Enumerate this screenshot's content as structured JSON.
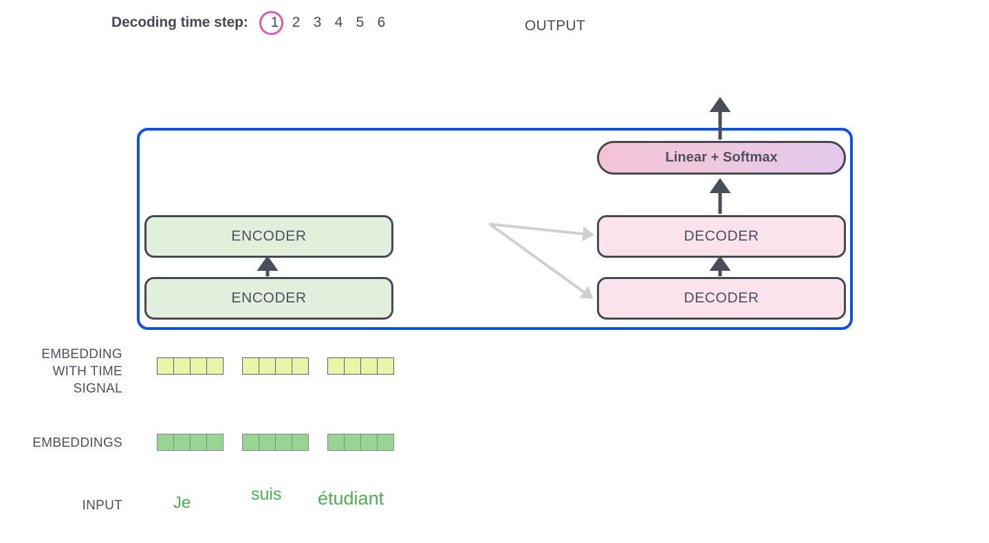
{
  "header": {
    "timestep_label": "Decoding time step:",
    "timesteps": [
      "1",
      "2",
      "3",
      "4",
      "5",
      "6"
    ],
    "active_timestep": "1",
    "active_circle_color": "#e8559f",
    "output_label": "OUTPUT"
  },
  "colors": {
    "container_border": "#0a50f0",
    "encoder_fill": "#e2efdd",
    "decoder_fill": "#fbe3ee",
    "block_border": "#44484f",
    "text": "#4c5059",
    "arrow_dark": "#4a4e58",
    "arrow_light": "#cfcfcf",
    "embedding_cell": "#e9f5a8",
    "embeddings_cell": "#9ad492",
    "word_text": "#4cb050"
  },
  "model": {
    "encoders": [
      {
        "label": "ENCODER"
      },
      {
        "label": "ENCODER"
      }
    ],
    "decoders": [
      {
        "label": "DECODER"
      },
      {
        "label": "DECODER"
      }
    ],
    "output_head": {
      "label": "Linear + Softmax"
    }
  },
  "rows": {
    "embedding_with_time_signal": {
      "label_lines": [
        "EMBEDDING",
        "WITH TIME",
        "SIGNAL"
      ],
      "cells_per_token": 4,
      "token_count": 3
    },
    "embeddings": {
      "label": "EMBEDDINGS",
      "cells_per_token": 4,
      "token_count": 3
    },
    "input": {
      "label": "INPUT",
      "tokens": [
        "Je",
        "suis",
        "étudiant"
      ]
    }
  }
}
